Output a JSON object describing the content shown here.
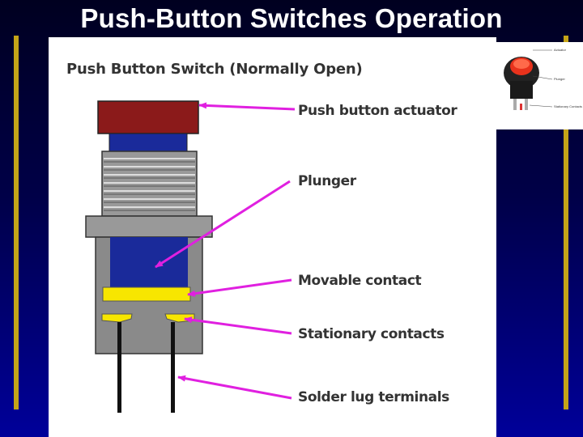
{
  "slide": {
    "title": "Push-Button Switches Operation"
  },
  "diagram": {
    "heading": "Push Button Switch (Normally Open)",
    "callouts": [
      {
        "label": "Push button actuator"
      },
      {
        "label": "Plunger"
      },
      {
        "label": "Movable contact"
      },
      {
        "label": "Stationary contacts"
      },
      {
        "label": "Solder lug terminals"
      }
    ],
    "colors": {
      "actuator": "#8b1a1a",
      "plunger": "#1a2a9a",
      "housing": "#8a8a8a",
      "contact": "#f7e600",
      "arrow": "#e020e0",
      "background_dark": "#000030",
      "background_light": "#00009a",
      "accent_bar": "#c5a418"
    }
  },
  "photo": {
    "labels": [
      "Actuator",
      "Plunger",
      "Stationary Contacts"
    ]
  }
}
